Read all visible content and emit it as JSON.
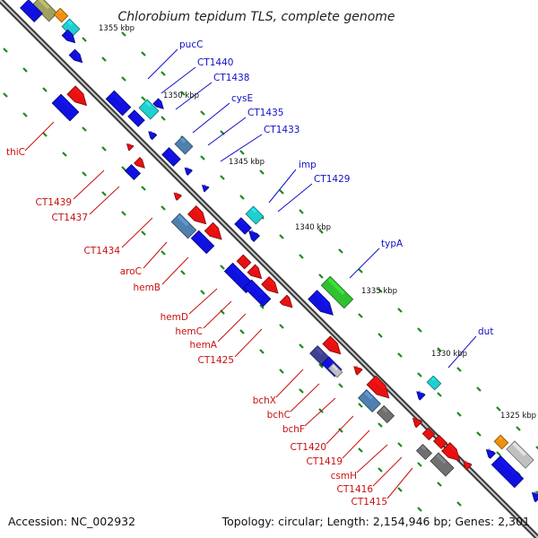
{
  "title": "Chlorobium tepidum TLS, complete genome",
  "footer": {
    "accession": "Accession: NC_002932",
    "topology": "Topology: circular; Length: 2,154,946 bp; Genes: 2,301"
  },
  "colors": {
    "backbone": "#8a8a8a",
    "forward_label": "#1010c8",
    "reverse_label": "#c81010",
    "tick": "#1a8a1a",
    "gene_blue": "#1010e0",
    "gene_red": "#e81010",
    "gene_cyan": "#20d0d0",
    "gene_steel": "#5080b0",
    "gene_green": "#30c030",
    "gene_gray": "#707070",
    "gene_lightgray": "#c0c0c0",
    "gene_orange": "#f09010",
    "gene_olive": "#a0a060",
    "gene_purple": "#404090"
  },
  "scale_labels": [
    "1355 kbp",
    "1350 kbp",
    "1345 kbp",
    "1340 kbp",
    "1335 kbp",
    "1330 kbp",
    "1325 kbp"
  ],
  "forward_genes": [
    "pucC",
    "CT1440",
    "CT1438",
    "cysE",
    "CT1435",
    "CT1433",
    "imp",
    "CT1429",
    "typA",
    "dut"
  ],
  "reverse_genes": [
    "thiC",
    "CT1439",
    "CT1437",
    "CT1434",
    "aroC",
    "hemB",
    "hemD",
    "hemC",
    "hemA",
    "CT1425",
    "bchX",
    "bchC",
    "bchF",
    "CT1420",
    "CT1419",
    "csmH",
    "CT1416",
    "CT1415"
  ]
}
